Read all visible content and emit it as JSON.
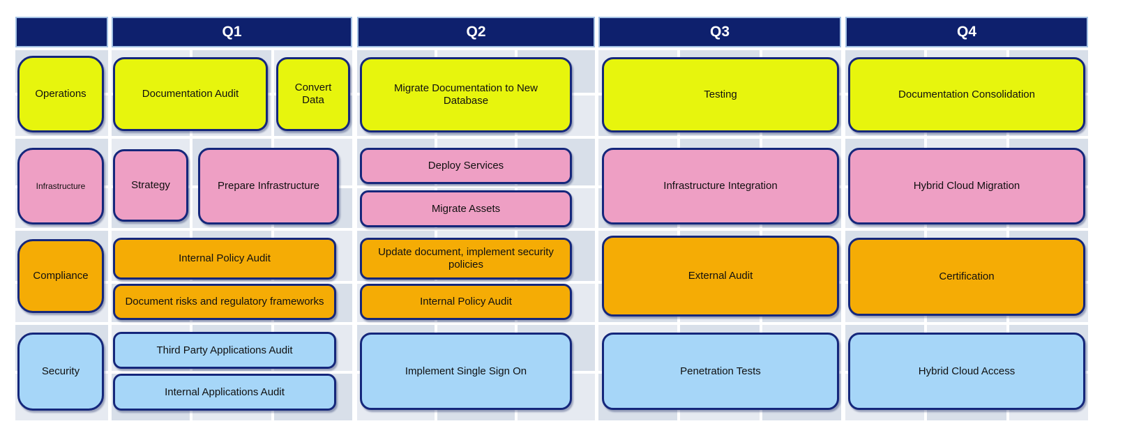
{
  "header": {
    "corner_label": "",
    "quarters": [
      "Q1",
      "Q2",
      "Q3",
      "Q4"
    ]
  },
  "rows": [
    {
      "label": "Operations",
      "color_key": "yellow",
      "tasks": [
        {
          "label": "Documentation Audit",
          "quarter": "Q1"
        },
        {
          "label": "Convert Data",
          "quarter": "Q1"
        },
        {
          "label": "Migrate Documentation to New Database",
          "quarter": "Q2"
        },
        {
          "label": "Testing",
          "quarter": "Q3"
        },
        {
          "label": "Documentation Consolidation",
          "quarter": "Q4"
        }
      ]
    },
    {
      "label": "Infrastructure",
      "color_key": "pink",
      "tasks": [
        {
          "label": "Strategy",
          "quarter": "Q1"
        },
        {
          "label": "Prepare Infrastructure",
          "quarter": "Q1"
        },
        {
          "label": "Deploy Services",
          "quarter": "Q2"
        },
        {
          "label": "Migrate Assets",
          "quarter": "Q2"
        },
        {
          "label": "Infrastructure Integration",
          "quarter": "Q3"
        },
        {
          "label": "Hybrid Cloud Migration",
          "quarter": "Q4"
        }
      ]
    },
    {
      "label": "Compliance",
      "color_key": "orange",
      "tasks": [
        {
          "label": "Internal Policy Audit",
          "quarter": "Q1"
        },
        {
          "label": "Document risks and regulatory frameworks",
          "quarter": "Q1"
        },
        {
          "label": "Update document, implement security policies",
          "quarter": "Q2"
        },
        {
          "label": "Internal Policy Audit",
          "quarter": "Q2"
        },
        {
          "label": "External Audit",
          "quarter": "Q3"
        },
        {
          "label": "Certification",
          "quarter": "Q4"
        }
      ]
    },
    {
      "label": "Security",
      "color_key": "blue",
      "tasks": [
        {
          "label": "Third Party Applications Audit",
          "quarter": "Q1"
        },
        {
          "label": "Internal Applications Audit",
          "quarter": "Q1"
        },
        {
          "label": "Implement Single Sign On",
          "quarter": "Q2"
        },
        {
          "label": "Penetration Tests",
          "quarter": "Q3"
        },
        {
          "label": "Hybrid Cloud Access",
          "quarter": "Q4"
        }
      ]
    }
  ],
  "colors": {
    "header_bg": "#0e206d",
    "header_edge": "#a4c2e4",
    "box_border": "#15277b",
    "yellow": "#e7f50d",
    "pink": "#ee9fc4",
    "orange": "#f5ac05",
    "blue": "#a6d6f8",
    "grid_cell_light": "#e6eaf1",
    "grid_cell_dark": "#d8dfe9"
  }
}
